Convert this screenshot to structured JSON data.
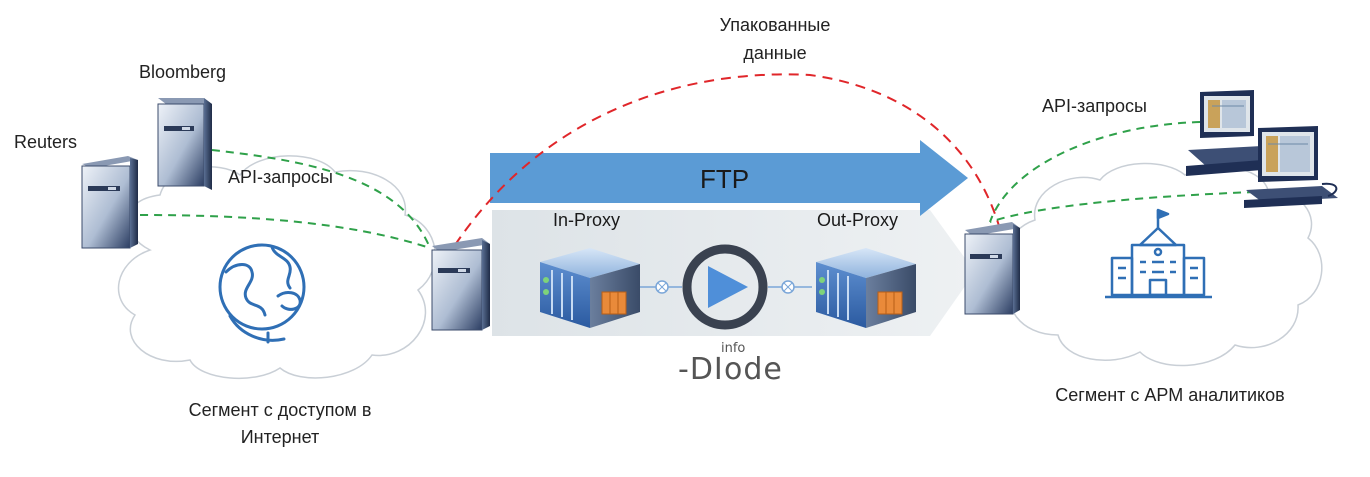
{
  "labels": {
    "bloomberg": "Bloomberg",
    "reuters": "Reuters",
    "api_left": "API-запросы",
    "packed_line1": "Упакованные",
    "packed_line2": "данные",
    "api_right": "API-запросы",
    "ftp": "FTP",
    "in_proxy": "In-Proxy",
    "out_proxy": "Out-Proxy",
    "segment_internet_line1": "Сегмент с доступом в",
    "segment_internet_line2": "Интернет",
    "segment_analysts": "Сегмент с АРМ аналитиков"
  },
  "logo": {
    "prefix": "-DI",
    "suffix": "ode",
    "superscript": "info"
  },
  "colors": {
    "ftp_arrow": "#5b9bd5",
    "gate_band": "#e3e7ea",
    "red_dashed": "#e0262a",
    "green_dashed": "#2fa14a",
    "icon_blue": "#2f6fb5"
  }
}
